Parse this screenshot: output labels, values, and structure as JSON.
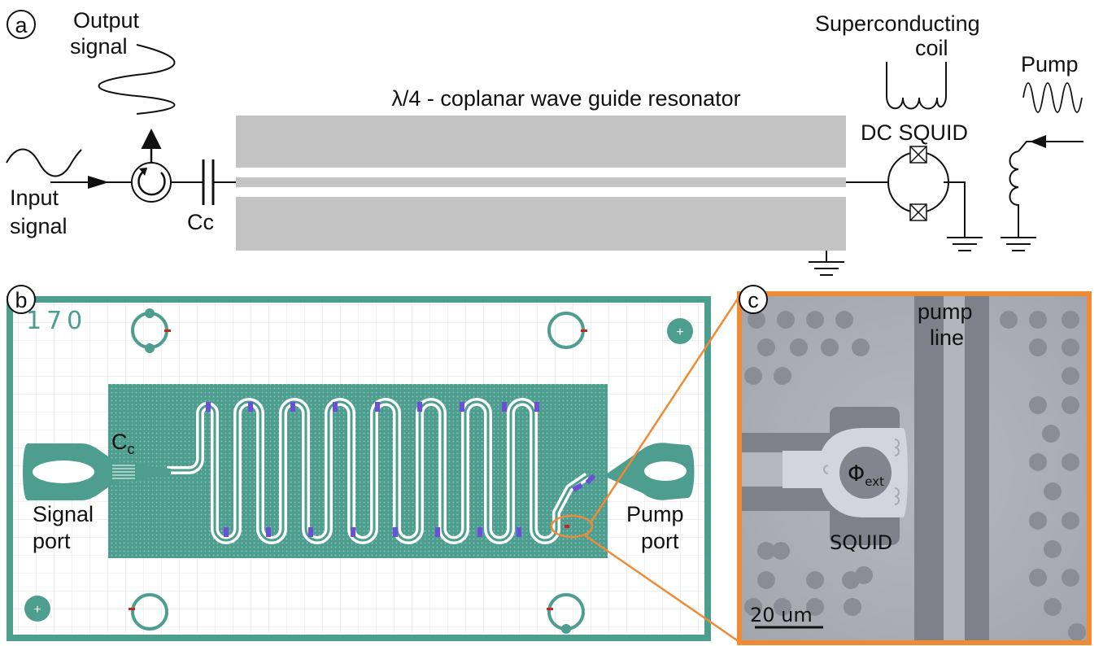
{
  "panels": {
    "a": {
      "letter": "a"
    },
    "b": {
      "letter": "b"
    },
    "c": {
      "letter": "c"
    }
  },
  "circuit": {
    "output_signal_line1": "Output",
    "output_signal_line2": "signal",
    "input_signal_line1": "Input",
    "input_signal_line2": "signal",
    "coupling_capacitor": "Cc",
    "resonator_title": "λ/4 - coplanar wave guide resonator",
    "coil_line1": "Superconducting",
    "coil_line2": "coil",
    "squid_label": "DC SQUID",
    "pump_label": "Pump"
  },
  "chip": {
    "chip_id": "170",
    "coupler_label_main": "C",
    "coupler_label_sub": "c",
    "signal_port_line1": "Signal",
    "signal_port_line2": "port",
    "pump_port_line1": "Pump",
    "pump_port_line2": "port"
  },
  "micrograph": {
    "pump_line_line1": "pump",
    "pump_line_line2": "line",
    "flux_main": "Φ",
    "flux_sub": "ext",
    "squid_label": "SQUID",
    "scale_bar_label": "20 um"
  },
  "colors": {
    "chip_teal": "#4e9e8f",
    "resonator_gray": "#c3c3c3",
    "zoom_orange": "#f08a35",
    "squid_junction_purple": "#6a4fd8"
  }
}
